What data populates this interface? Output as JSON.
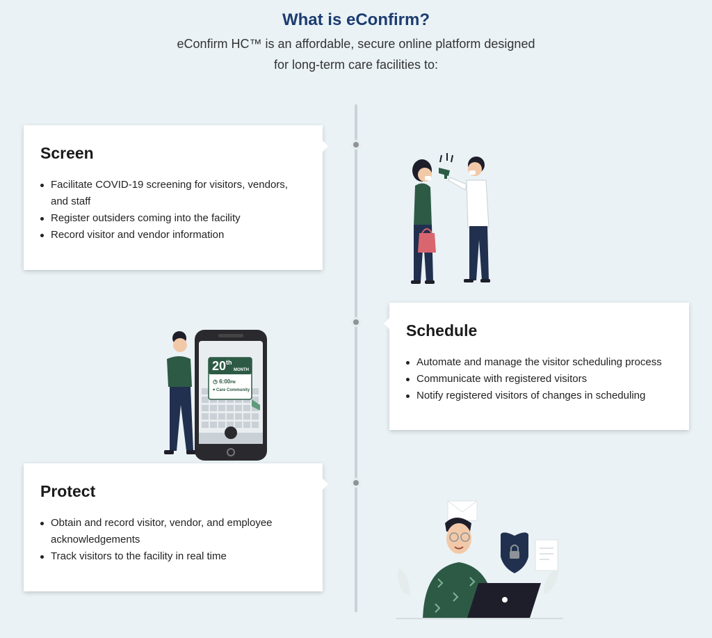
{
  "header": {
    "title": "What is eConfirm?",
    "subtitle_line1": "eConfirm HC™ is an affordable, secure online platform designed",
    "subtitle_line2": "for long-term care facilities to:"
  },
  "cards": [
    {
      "heading": "Screen",
      "items": [
        "Facilitate COVID-19 screening for visitors, vendors,",
        "and staff",
        "Register outsiders coming into the facility",
        "Record visitor and vendor information"
      ]
    },
    {
      "heading": "Schedule",
      "items": [
        "Automate and manage the visitor scheduling process",
        "Communicate with registered visitors",
        "Notify registered visitors of changes in scheduling"
      ]
    },
    {
      "heading": "Protect",
      "items": [
        "Obtain and record visitor, vendor, and employee",
        "acknowledgements",
        "Track visitors to the facility in real time"
      ]
    }
  ],
  "phone": {
    "day": "20",
    "day_suffix": "th",
    "month": "MONTH",
    "time": "6:00",
    "time_suffix": "PM",
    "location": "Care Community"
  },
  "colors": {
    "background": "#eaf2f6",
    "title": "#1c3c70",
    "accent_green": "#2f5f4a",
    "timeline": "#c9d3d9"
  }
}
